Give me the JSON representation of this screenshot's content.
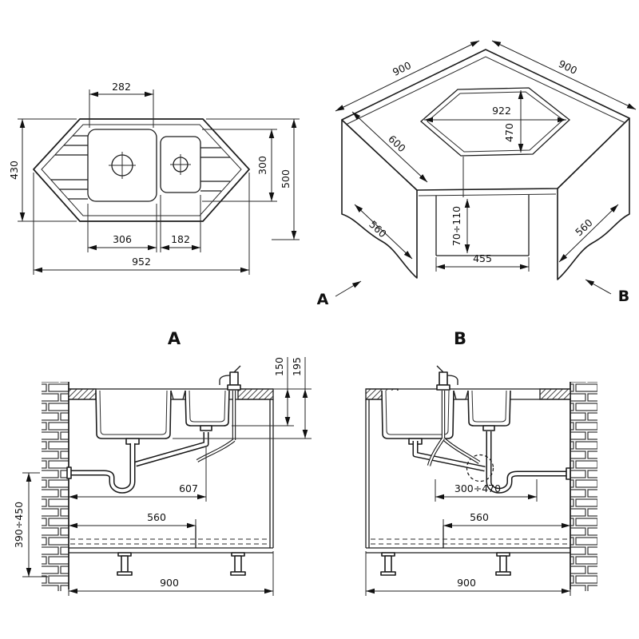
{
  "drawing": {
    "plan": {
      "dim_282": "282",
      "dim_430": "430",
      "dim_300": "300",
      "dim_500": "500",
      "dim_306": "306",
      "dim_182": "182",
      "dim_952": "952"
    },
    "iso": {
      "dim_900_left": "900",
      "dim_900_right": "900",
      "dim_922": "922",
      "dim_470": "470",
      "dim_600": "600",
      "dim_560_left": "560",
      "dim_560_right": "560",
      "dim_70_110": "70÷110",
      "dim_455": "455",
      "label_a": "A",
      "label_b": "B"
    },
    "section_a": {
      "title": "A",
      "dim_150": "150",
      "dim_195": "195",
      "dim_607": "607",
      "dim_560": "560",
      "dim_390_450": "390÷450",
      "dim_900": "900"
    },
    "section_b": {
      "title": "B",
      "dim_300_470": "300÷470",
      "dim_560": "560",
      "dim_900": "900"
    }
  }
}
